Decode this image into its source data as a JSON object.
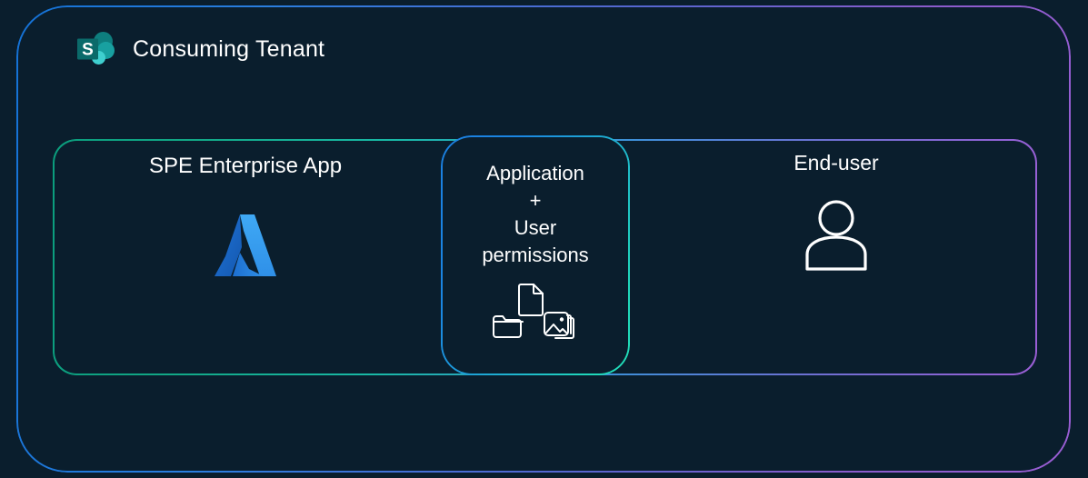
{
  "diagram": {
    "background_color": "#0a1e2d",
    "tenant": {
      "title": "Consuming Tenant",
      "logo_icon": "sharepoint-icon",
      "border_gradient_from": "#1472d6",
      "border_gradient_to": "#9a5ed4"
    },
    "inner_container": {
      "border_gradient_from": "#0b9d7d",
      "border_gradient_to": "#9a5ed4"
    },
    "columns": [
      {
        "id": "spe-enterprise-app",
        "label": "SPE Enterprise App",
        "icon": "azure-icon"
      },
      {
        "id": "application-user-permissions",
        "lines": [
          "Application",
          "+",
          "User",
          "permissions"
        ],
        "icons": [
          "document-icon",
          "folder-icon",
          "image-icon"
        ],
        "border_gradient_from": "#1b7fe0",
        "border_gradient_to": "#22dfb8"
      },
      {
        "id": "end-user",
        "label": "End-user",
        "icon": "person-icon"
      }
    ]
  }
}
